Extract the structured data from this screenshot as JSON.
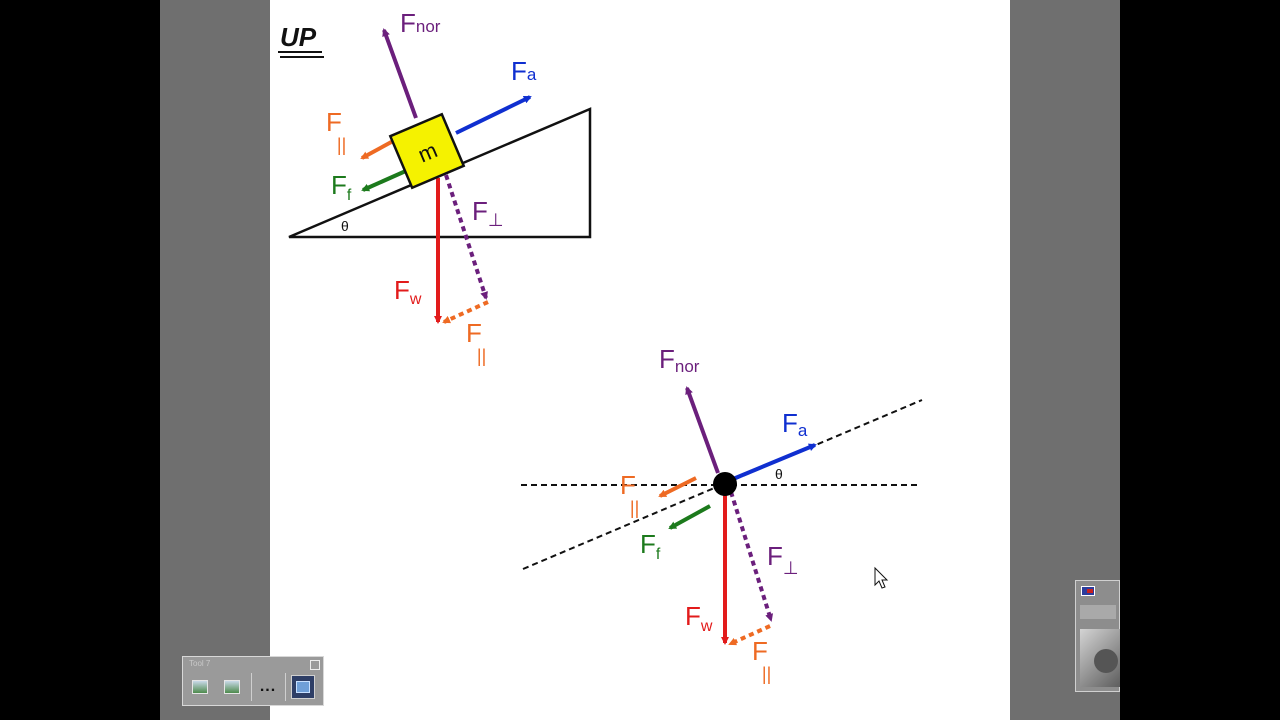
{
  "colors": {
    "normal": "#6b1f7c",
    "applied": "#0f2fd0",
    "parallel": "#ee6a23",
    "friction": "#1c7a1c",
    "weight": "#e21b1b",
    "perpendicular": "#6b1f7c",
    "mass_block": "#f5f200"
  },
  "header": {
    "handwritten_mark": "UP"
  },
  "incline_diagram": {
    "mass_label": "m",
    "angle_label": "θ",
    "labels": {
      "normal": {
        "main": "F",
        "sub": "nor"
      },
      "applied": {
        "main": "F",
        "sub": "a"
      },
      "parallel_upper": {
        "main": "F",
        "sub": "||"
      },
      "friction": {
        "main": "F",
        "sub": "f"
      },
      "perpendicular": {
        "main": "F",
        "sub": "⊥"
      },
      "weight": {
        "main": "F",
        "sub": "w"
      },
      "parallel_lower": {
        "main": "F",
        "sub": "||"
      }
    }
  },
  "point_diagram": {
    "angle_label": "θ",
    "labels": {
      "normal": {
        "main": "F",
        "sub": "nor"
      },
      "applied": {
        "main": "F",
        "sub": "a"
      },
      "parallel_left": {
        "main": "F",
        "sub": "||"
      },
      "friction": {
        "main": "F",
        "sub": "f"
      },
      "perpendicular": {
        "main": "F",
        "sub": "⊥"
      },
      "weight": {
        "main": "F",
        "sub": "w"
      },
      "parallel_lower": {
        "main": "F",
        "sub": "||"
      }
    }
  },
  "toolbar": {
    "title": "Tool 7",
    "more_label": "..."
  },
  "icons": {
    "tb_prev": "previous-page-icon",
    "tb_next": "next-page-icon",
    "tb_fit": "fit-screen-icon",
    "tb_close": "close-icon",
    "side_flag": "flag-icon"
  }
}
